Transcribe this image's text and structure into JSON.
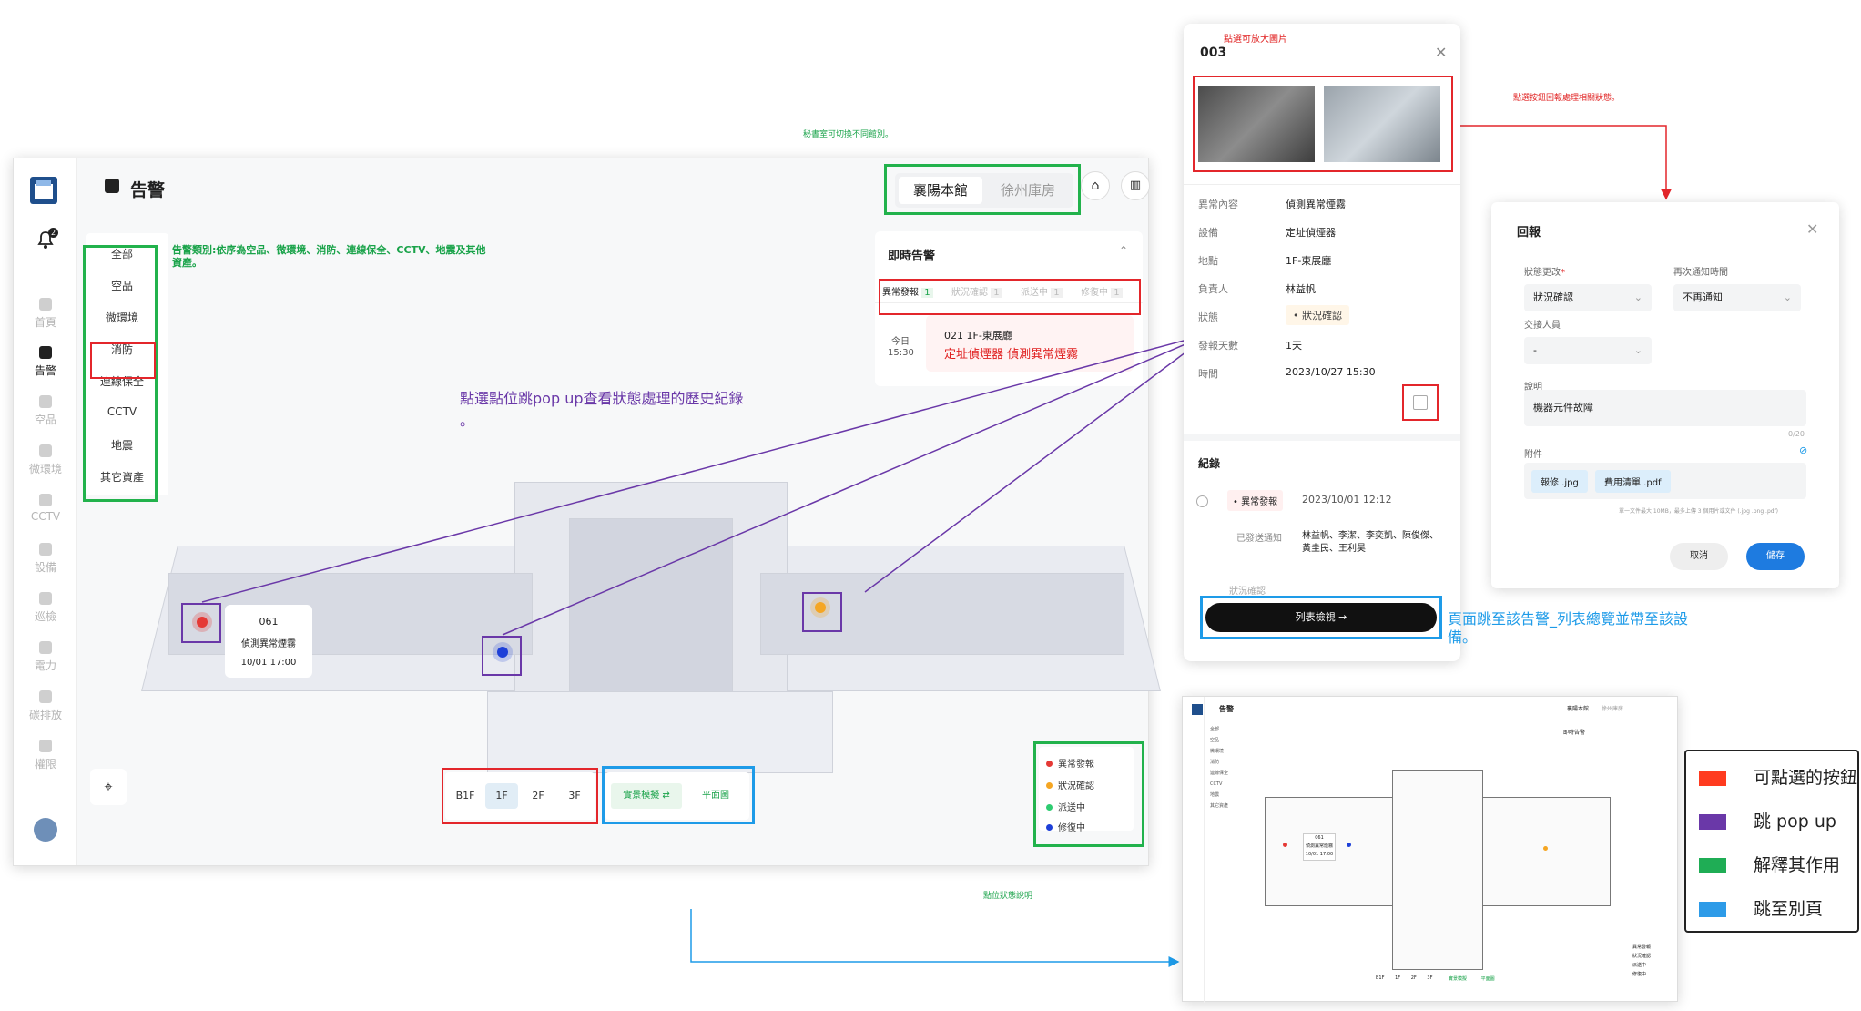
{
  "top_note": "秘書室可切換不同館別。",
  "main": {
    "page_title": "告警",
    "sidebar": [
      {
        "label": "首頁",
        "icon": "home-icon"
      },
      {
        "label": "告警",
        "icon": "alert-icon",
        "active": true
      },
      {
        "label": "空品",
        "icon": "leaf-icon"
      },
      {
        "label": "微環境",
        "icon": "thermometer-icon"
      },
      {
        "label": "CCTV",
        "icon": "camera-icon"
      },
      {
        "label": "設備",
        "icon": "device-icon"
      },
      {
        "label": "巡檢",
        "icon": "check-icon"
      },
      {
        "label": "電力",
        "icon": "power-icon"
      },
      {
        "label": "碳排放",
        "icon": "globe-icon"
      },
      {
        "label": "權限",
        "icon": "wrench-icon"
      }
    ],
    "notification_badge": "2",
    "site_tabs": [
      "襄陽本館",
      "徐州庫房"
    ],
    "categories": [
      "全部",
      "空品",
      "微環境",
      "消防",
      "連線保全",
      "CCTV",
      "地震",
      "其它資產"
    ],
    "category_note": "告警類別:依序為空品、微環境、消防、連線保全、CCTV、地震及其他資產。",
    "realtime": {
      "title": "即時告警",
      "tabs": [
        {
          "label": "異常發報",
          "count": "1"
        },
        {
          "label": "狀況確認",
          "count": "1"
        },
        {
          "label": "派送中",
          "count": "1"
        },
        {
          "label": "修復中",
          "count": "1"
        }
      ],
      "item": {
        "day": "今日",
        "time": "15:30",
        "title": "021  1F-東展廳",
        "desc": "定址偵煙器 偵測異常煙霧"
      }
    },
    "popup_note": "點選點位跳pop up查看狀態處理的歷史紀錄",
    "popup_note_tail": "。",
    "map_card": {
      "id": "061",
      "desc": "偵測異常煙霧",
      "time": "10/01 17:00"
    },
    "floors": [
      "B1F",
      "1F",
      "2F",
      "3F"
    ],
    "view_modes": [
      "實景模擬",
      "平面圖"
    ],
    "status_legend": [
      {
        "label": "異常發報",
        "color": "#e53935"
      },
      {
        "label": "狀況確認",
        "color": "#f5a623"
      },
      {
        "label": "派送中",
        "color": "#2ecc71"
      },
      {
        "label": "修復中",
        "color": "#1e40d8"
      }
    ],
    "legend_note": "點位狀態說明"
  },
  "detail": {
    "hint": "點選可放大圖片",
    "id": "003",
    "fields": [
      {
        "label": "異常內容",
        "value": "偵測異常煙霧"
      },
      {
        "label": "設備",
        "value": "定址偵煙器"
      },
      {
        "label": "地點",
        "value": "1F-東展廳"
      },
      {
        "label": "負責人",
        "value": "林益帆"
      },
      {
        "label": "狀態",
        "value": "狀況確認"
      },
      {
        "label": "發報天數",
        "value": "1天"
      },
      {
        "label": "時間",
        "value": "2023/10/27 15:30"
      }
    ],
    "record_title": "紀錄",
    "record": {
      "badge": "異常發報",
      "time": "2023/10/01 12:12",
      "sub_label": "已發送通知",
      "people": "林益帆、李潔、李奕凱、陳俊傑、黃圭民、王利昊"
    },
    "record_next_badge": "狀況確認",
    "list_button": "列表檢視 →",
    "reply_note": "點選按鈕回報處理相關狀態。",
    "list_note": "頁面跳至該告警_列表總覽並帶至該設備。"
  },
  "reply": {
    "title": "回報",
    "status_label": "狀態更改",
    "status_value": "狀況確認",
    "notify_label": "再次通知時間",
    "notify_value": "不再通知",
    "handover_label": "交接人員",
    "handover_value": "-",
    "desc_label": "說明",
    "desc_value": "機器元件故障",
    "char_count": "0/20",
    "attach_label": "附件",
    "files": [
      "報修 .jpg",
      "費用清單 .pdf"
    ],
    "file_hint": "單一文件最大 10MB，最多上傳 3 個用片或文件 (.jpg .png .pdf)",
    "cancel": "取消",
    "save": "儲存"
  },
  "mini": {
    "title": "告警",
    "tabs": [
      "襄陽本館",
      "徐州庫房"
    ],
    "realtime": "即時告警",
    "categories": [
      "全部",
      "空品",
      "微環境",
      "消防",
      "連線保全",
      "CCTV",
      "地震",
      "其它資產"
    ],
    "card": {
      "id": "061",
      "desc": "偵測異常煙霧",
      "time": "10/01 17:00"
    },
    "floors": [
      "B1F",
      "1F",
      "2F",
      "3F"
    ],
    "view_modes": [
      "實景模擬",
      "平面圖"
    ],
    "legend": [
      "異常發報",
      "狀況確認",
      "派送中",
      "修復中"
    ]
  },
  "annotation_legend": [
    {
      "label": "可點選的按鈕",
      "color": "#ff3b1f"
    },
    {
      "label": "跳 pop up",
      "color": "#6a38a8"
    },
    {
      "label": "解釋其作用",
      "color": "#1fad55"
    },
    {
      "label": "跳至別頁",
      "color": "#2d9be8"
    }
  ]
}
